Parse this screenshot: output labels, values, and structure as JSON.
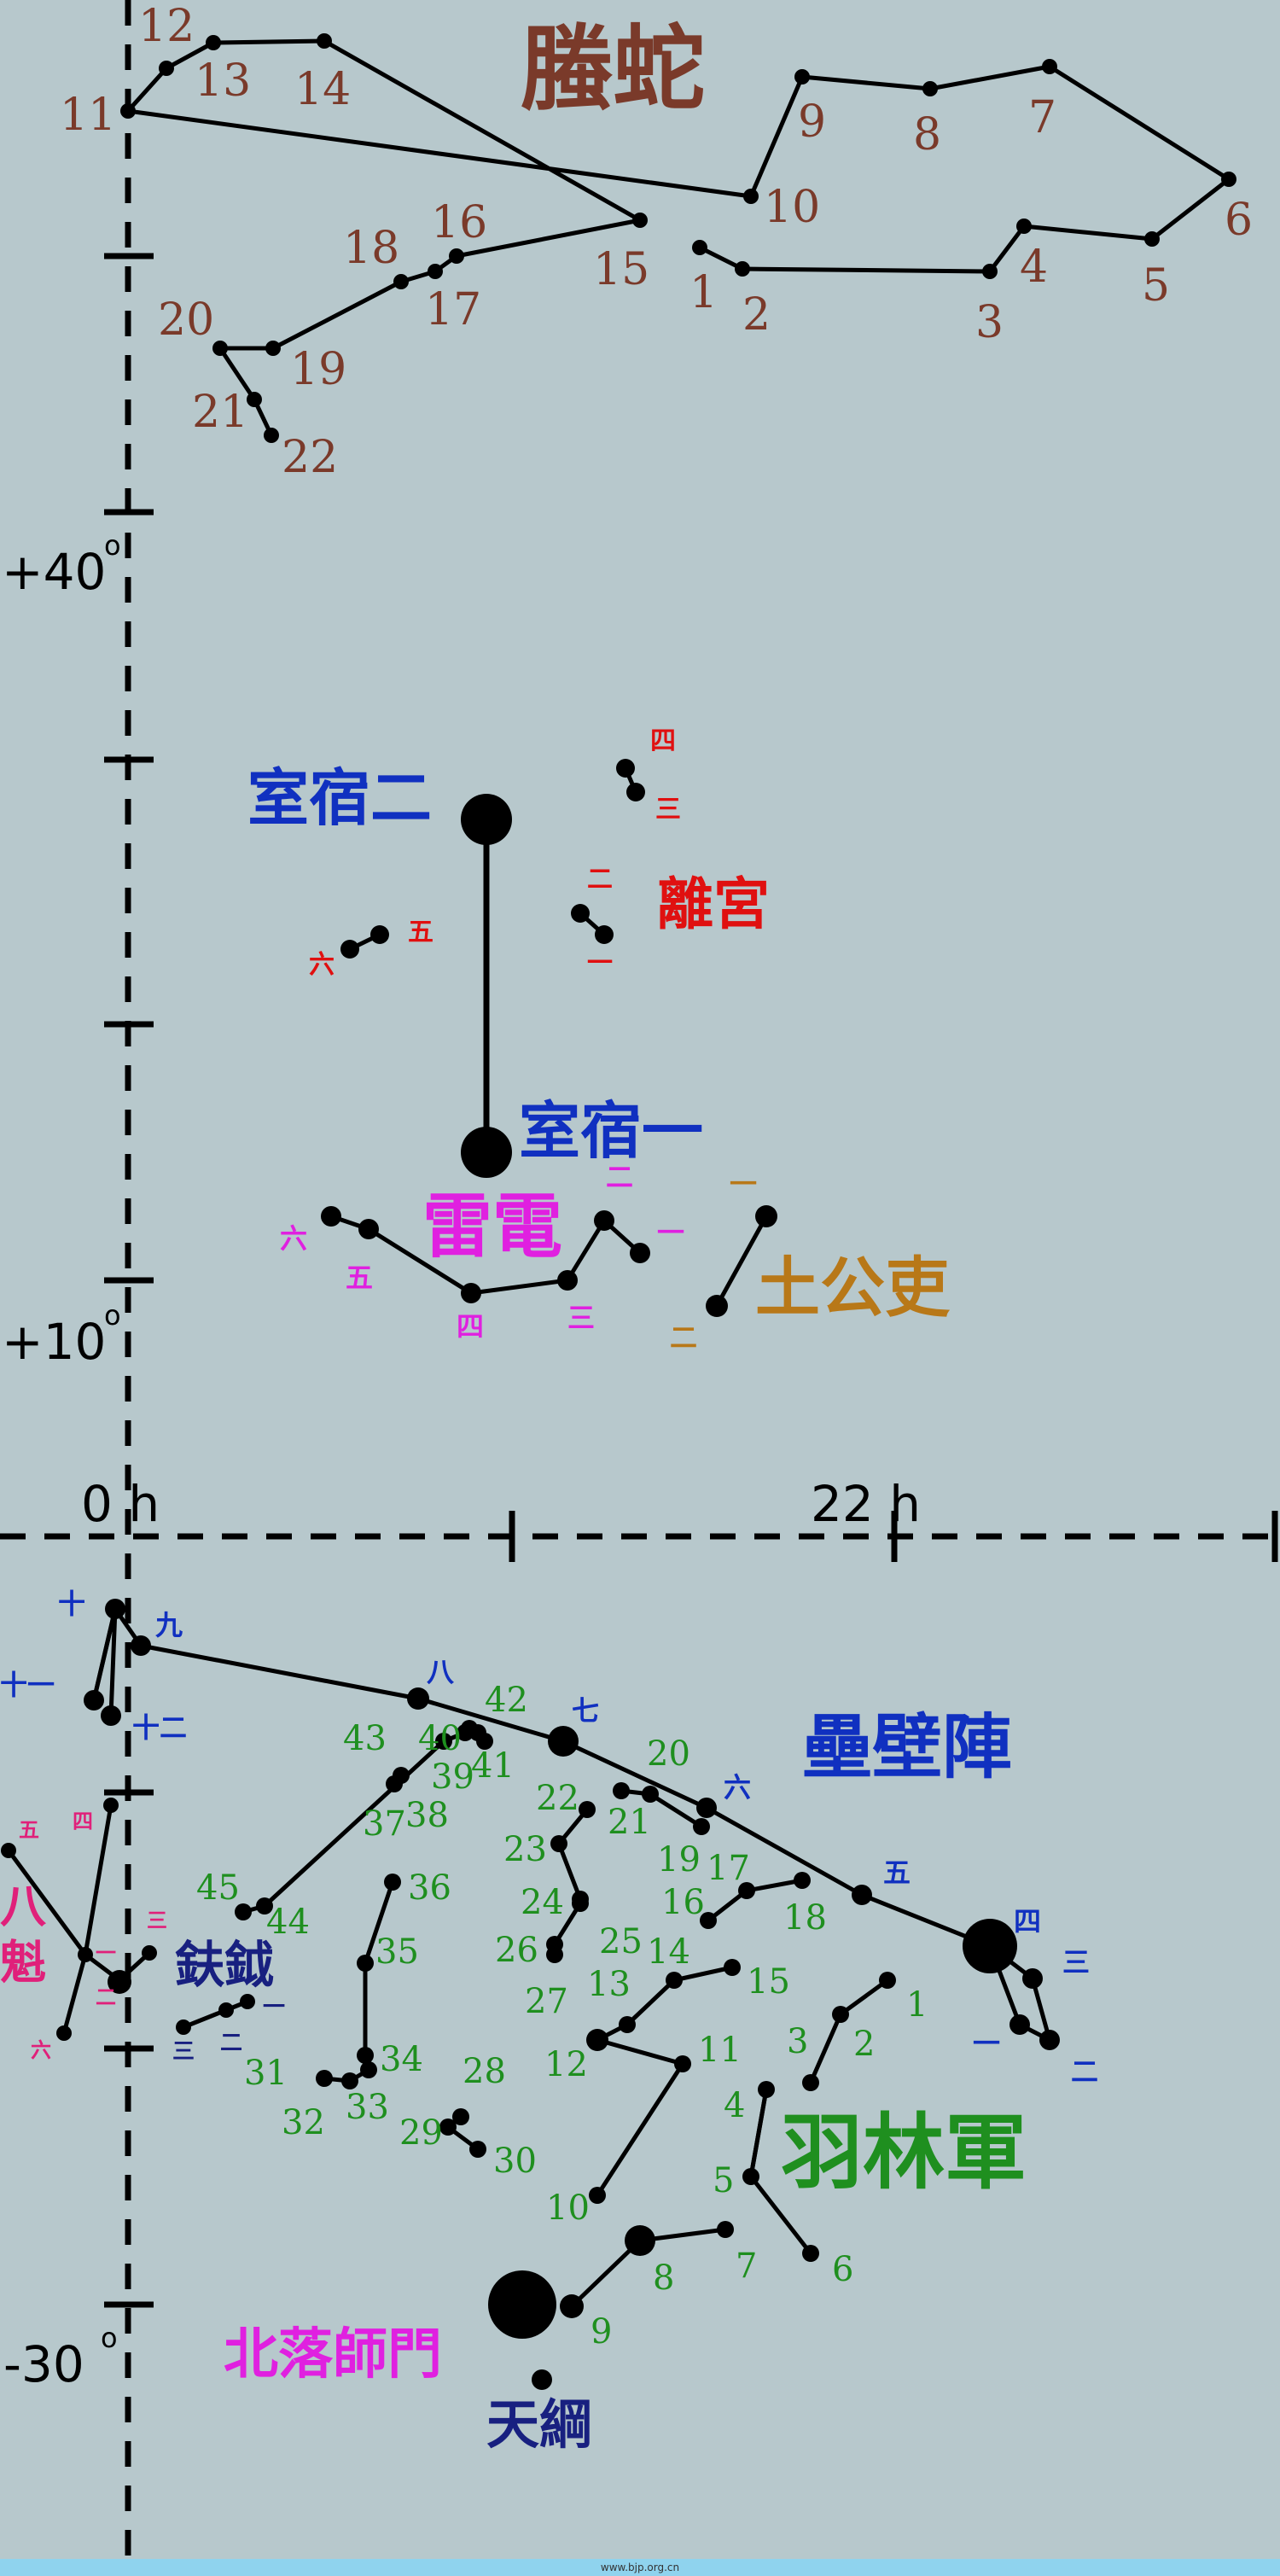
{
  "colors": {
    "background": "#b7c8cc",
    "brown": "#7a3a2a",
    "blue": "#1030c0",
    "red": "#e01010",
    "magenta": "#e020e0",
    "gold": "#b87818",
    "green": "#1f8f1f",
    "navy": "#182080",
    "pink": "#e0207a",
    "ink": "#000000"
  },
  "axis": {
    "ra_labels": [
      "0 h",
      "22 h"
    ],
    "dec_labels": [
      "+40",
      "+10",
      "-30"
    ],
    "degree_mark": "o"
  },
  "footer": "www.bjp.org.cn",
  "constellations": [
    {
      "id": "tengshe",
      "name": "螣蛇",
      "color": "brown",
      "numbers": [
        "1",
        "2",
        "3",
        "4",
        "5",
        "6",
        "7",
        "8",
        "9",
        "10",
        "11",
        "12",
        "13",
        "14",
        "15",
        "16",
        "17",
        "18",
        "19",
        "20",
        "21",
        "22"
      ]
    },
    {
      "id": "shisu",
      "names": [
        "室宿二",
        "室宿一"
      ],
      "color": "blue"
    },
    {
      "id": "ligong",
      "name": "離宮",
      "color": "red",
      "numbers": [
        "一",
        "二",
        "三",
        "四",
        "五",
        "六"
      ]
    },
    {
      "id": "leidian",
      "name": "雷電",
      "color": "magenta",
      "numbers": [
        "一",
        "二",
        "三",
        "四",
        "五",
        "六"
      ]
    },
    {
      "id": "tugongli",
      "name": "土公吏",
      "color": "gold",
      "numbers": [
        "一",
        "二"
      ]
    },
    {
      "id": "leibizhen",
      "name": "壘壁陣",
      "color": "blue",
      "numbers": [
        "一",
        "二",
        "三",
        "四",
        "五",
        "六",
        "七",
        "八",
        "九",
        "十",
        "十一",
        "十二"
      ]
    },
    {
      "id": "yulinjun",
      "name": "羽林軍",
      "color": "green",
      "numbers": [
        "1",
        "2",
        "3",
        "4",
        "5",
        "6",
        "7",
        "8",
        "9",
        "10",
        "11",
        "12",
        "13",
        "14",
        "15",
        "16",
        "17",
        "18",
        "19",
        "20",
        "21",
        "22",
        "23",
        "24",
        "25",
        "26",
        "27",
        "28",
        "29",
        "30",
        "31",
        "32",
        "33",
        "34",
        "35",
        "36",
        "37",
        "38",
        "39",
        "40",
        "41",
        "42",
        "43",
        "44",
        "45"
      ]
    },
    {
      "id": "fuyue",
      "name": "鈇鉞",
      "color": "navy",
      "numbers": [
        "一",
        "二",
        "三"
      ]
    },
    {
      "id": "bakui",
      "name": "八魁",
      "color": "pink",
      "numbers": [
        "一",
        "二",
        "三",
        "四",
        "五",
        "六"
      ]
    },
    {
      "id": "beiluoshimen",
      "name": "北落師門",
      "color": "magenta"
    },
    {
      "id": "tiangang",
      "name": "天綱",
      "color": "navy"
    }
  ]
}
